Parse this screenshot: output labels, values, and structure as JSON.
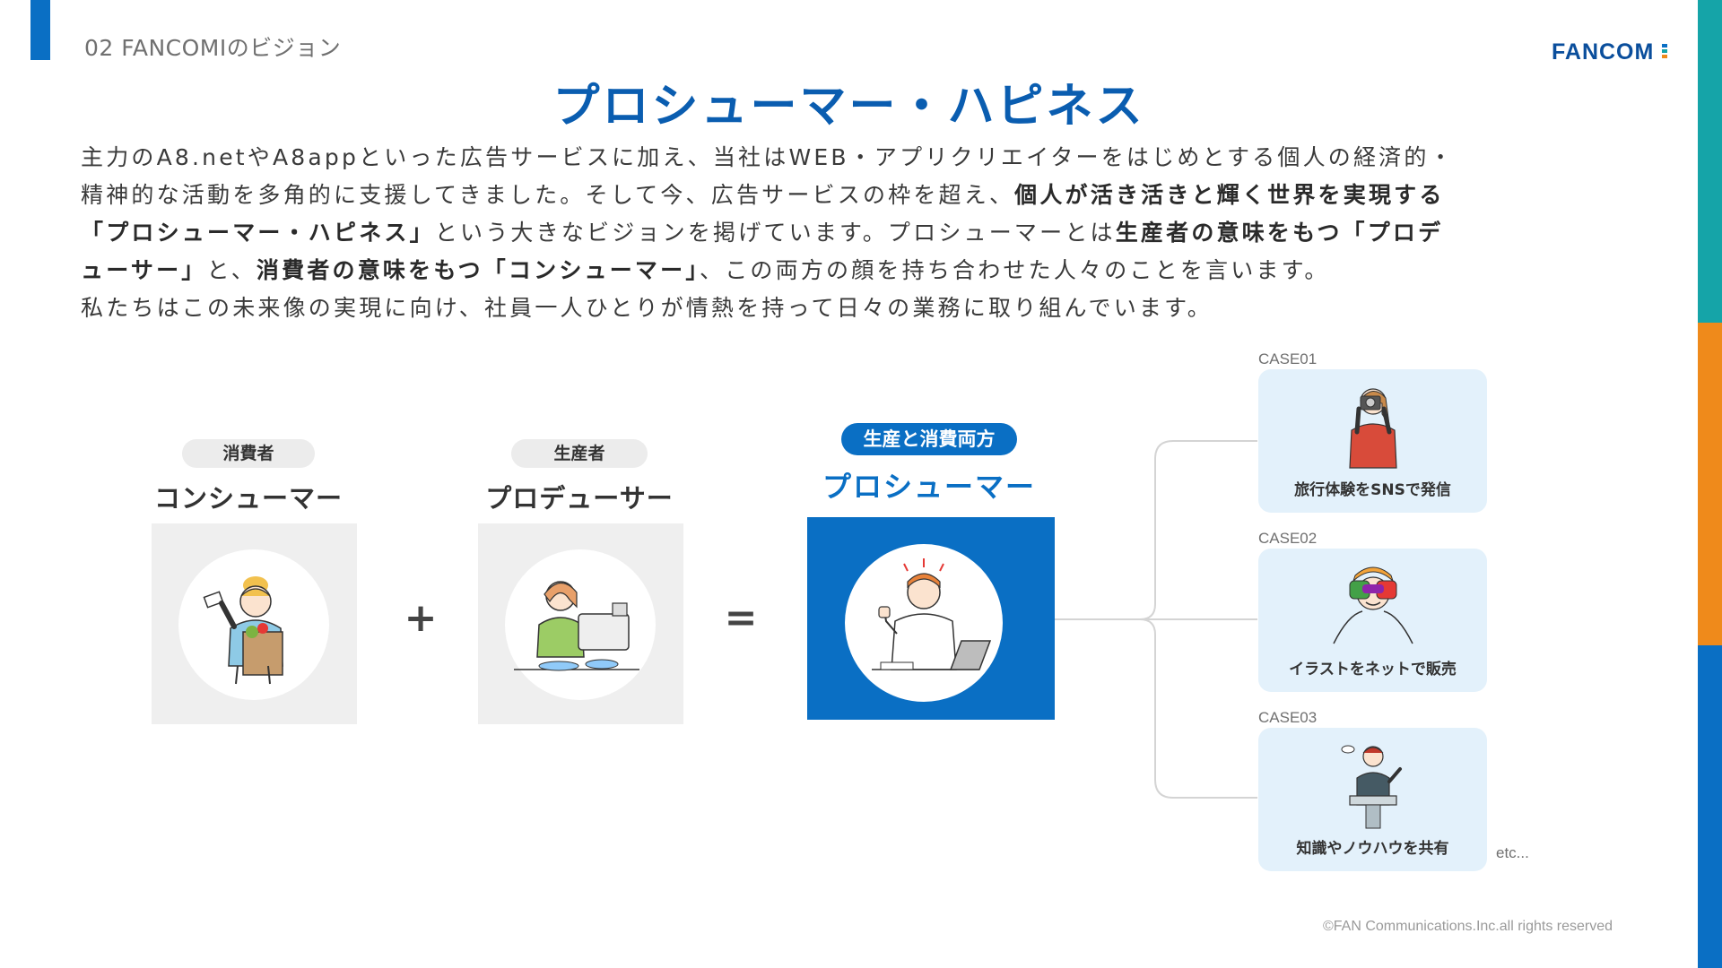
{
  "header": {
    "section_label": "02 FANCOMIのビジョン",
    "logo_text": "FANCOM",
    "logo_dot_colors": [
      "#0a6fc4",
      "#15a4a8",
      "#ef8a1b"
    ]
  },
  "title": "プロシューマー・ハピネス",
  "body": {
    "line1": "主力のA8.netやA8appといった広告サービスに加え、当社はWEB・アプリクリエイターをはじめとする個人の経済的・",
    "line2_a": "精神的な活動を多角的に支援してきました。そして今、広告サービスの枠を超え、",
    "line2_b": "個人が活き活きと輝く世界を実現する",
    "line3_a": "「プロシューマー・ハピネス」",
    "line3_b": "という大きなビジョンを掲げています。プロシューマーとは",
    "line3_c": "生産者の意味をもつ「プロデ",
    "line4_a": "ューサー」",
    "line4_b": "と、",
    "line4_c": "消費者の意味をもつ「コンシューマー」",
    "line4_d": "、この両方の顔を持ち合わせた人々のことを言います。",
    "line5": "私たちはこの未来像の実現に向け、社員一人ひとりが情熱を持って日々の業務に取り組んでいます。"
  },
  "diagram": {
    "consumer": {
      "pill": "消費者",
      "title": "コンシューマー",
      "illustration": "shopper-with-groceries-and-card"
    },
    "plus": "+",
    "producer": {
      "pill": "生産者",
      "title": "プロデューサー",
      "illustration": "woman-at-sewing-machine"
    },
    "equals": "=",
    "prosumer": {
      "pill": "生産と消費両方",
      "title": "プロシューマー",
      "illustration": "man-with-laptop-thumbs-up"
    },
    "cases": [
      {
        "label": "CASE01",
        "text": "旅行体験をSNSで発信",
        "illustration": "woman-with-camera"
      },
      {
        "label": "CASE02",
        "text": "イラストをネットで販売",
        "illustration": "man-with-paint-hands"
      },
      {
        "label": "CASE03",
        "text": "知識やノウハウを共有",
        "illustration": "speaker-at-podium"
      }
    ],
    "etc": "etc..."
  },
  "footer": {
    "copyright": "©FAN Communications.Inc.all rights reserved"
  },
  "colors": {
    "brand_blue": "#0a6fc4",
    "title_blue": "#0a5db0",
    "teal": "#15a4a8",
    "orange": "#ef8a1b",
    "case_bg": "#e3f1fb"
  }
}
